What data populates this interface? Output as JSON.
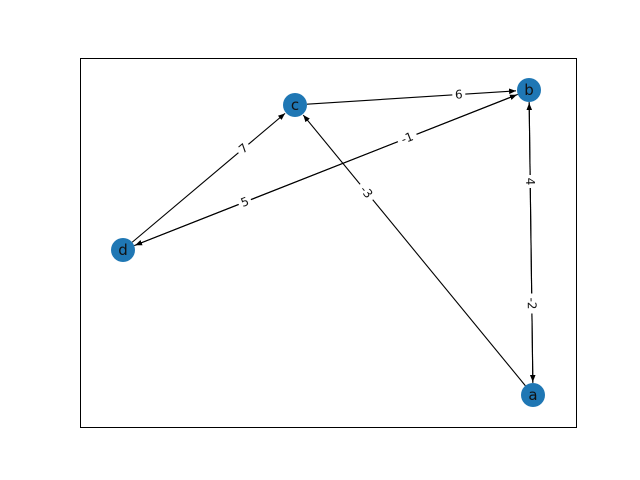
{
  "graph": {
    "directed": true,
    "node_color": "#1f77b4",
    "edge_color": "#000000",
    "nodes": [
      {
        "id": "a",
        "label": "a"
      },
      {
        "id": "b",
        "label": "b"
      },
      {
        "id": "c",
        "label": "c"
      },
      {
        "id": "d",
        "label": "d"
      }
    ],
    "edges": [
      {
        "source": "c",
        "target": "b",
        "weight": "6"
      },
      {
        "source": "d",
        "target": "b",
        "weight": "-1"
      },
      {
        "source": "b",
        "target": "d",
        "weight": "5"
      },
      {
        "source": "d",
        "target": "c",
        "weight": "7"
      },
      {
        "source": "a",
        "target": "c",
        "weight": "-3"
      },
      {
        "source": "a",
        "target": "b",
        "weight": "4"
      },
      {
        "source": "b",
        "target": "a",
        "weight": "-2"
      }
    ]
  }
}
